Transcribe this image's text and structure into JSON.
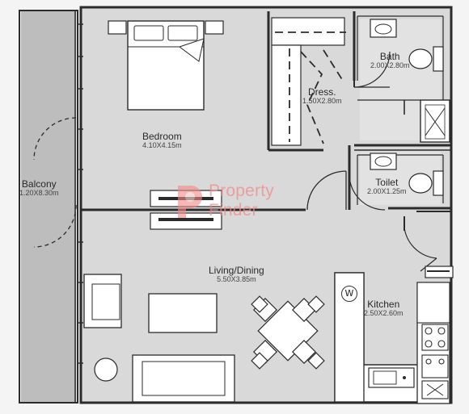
{
  "plan": {
    "rooms": {
      "bath": {
        "name": "Bath",
        "dims": "2.00X2.80m"
      },
      "dress": {
        "name": "Dress.",
        "dims": "1.50X2.80m"
      },
      "bedroom": {
        "name": "Bedroom",
        "dims": "4.10X4.15m"
      },
      "toilet": {
        "name": "Toilet",
        "dims": "2.00X1.25m"
      },
      "balcony": {
        "name": "Balcony",
        "dims": "1.20X8.30m"
      },
      "living": {
        "name": "Living/Dining",
        "dims": "5.50X3.85m"
      },
      "kitchen": {
        "name": "Kitchen",
        "dims": "2.50X2.60m"
      }
    },
    "appliance_mark": "W",
    "watermark": {
      "line1": "Property",
      "line2": "Finder"
    }
  },
  "colors": {
    "floor": "#d9d9d9",
    "wall": "#2b2b2b",
    "furniture": "#ffffff",
    "watermark": "#f08a88"
  }
}
